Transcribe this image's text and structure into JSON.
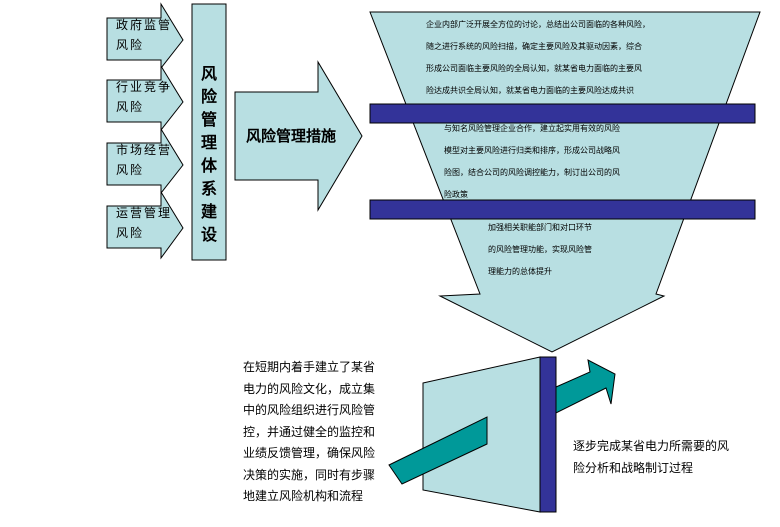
{
  "risk_sources": [
    {
      "line1": "政府监管",
      "line2": "风险"
    },
    {
      "line1": "行业竞争",
      "line2": "风险"
    },
    {
      "line1": "市场经营",
      "line2": "风险"
    },
    {
      "line1": "运营管理",
      "line2": "风险"
    }
  ],
  "system_box": "风险管理体系建设",
  "measures_arrow": "风险管理措施",
  "funnel": {
    "stage1": [
      "企业内部广泛开展全方位的讨论，总结出公司面临的各种风险，",
      "随之进行系统的风险扫描，确定主要风险及其驱动因素，综合",
      "形成公司面临主要风险的全局认知，就某省电力面临的主要风",
      "险达成共识全局认知，就某省电力面临的主要风险达成共识"
    ],
    "stage2": [
      "与知名风险管理企业合作，建立起实用有效的风险",
      "模型对主要风险进行归类和排序，形成公司战略风",
      "险图，结合公司的风险调控能力，制订出公司的风",
      "险政策"
    ],
    "stage3": [
      "加强相关职能部门和对口环节",
      "的风险管理功能，实现风险管",
      "理能力的总体提升"
    ]
  },
  "left_note": "在短期内着手建立了某省电力的风险文化，成立集中的风险组织进行风险管控，并通过健全的监控和业绩反馈管理，确保风险决策的实施，同时有步骤地建立风险机构和流程",
  "right_note": "逐步完成某省电力所需要的风险分析和战略制订过程",
  "colors": {
    "fill": "#B8DFE2",
    "bar": "#333399",
    "teal": "#009999"
  }
}
